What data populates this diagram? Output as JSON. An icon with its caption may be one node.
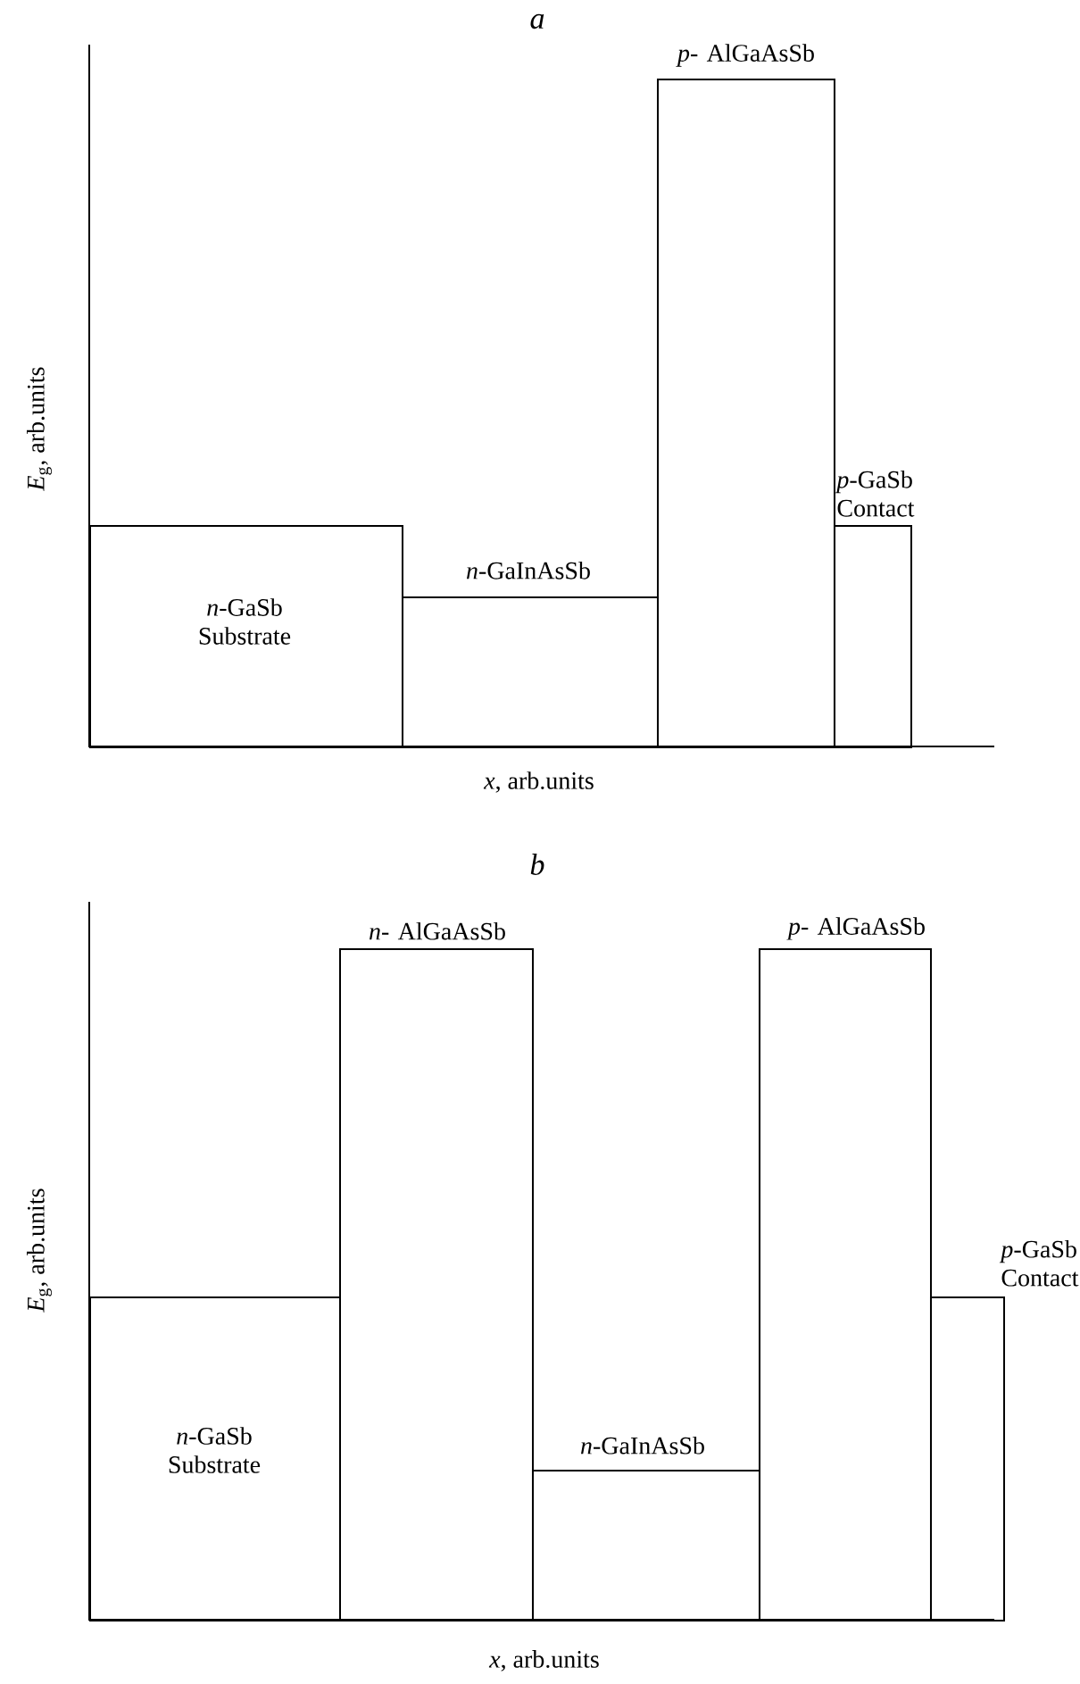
{
  "diagram": {
    "nodes": [
      {
        "text": [
          "*n*-GaSb Substrate"
        ]
      },
      {
        "text": [
          "*n*-GaInAsSb"
        ]
      },
      {
        "text": [
          "*p*- AlGaAsSb"
        ]
      },
      {
        "text": [
          "*p*-GaSb Contact"
        ]
      },
      {
        "text": [
          "*n*-GaSb Substrate"
        ]
      },
      {
        "text": [
          "*n*- AlGaAsSb"
        ]
      },
      {
        "text": [
          "*n*-GaInAsSb"
        ]
      },
      {
        "text": [
          "*p*- AlGaAsSb"
        ]
      },
      {
        "text": [
          "*p*-GaSb Contact"
        ]
      }
    ],
    "labels": [
      "a",
      "*E*$_{g}$, arb.units",
      "*x*, arb.units",
      "b",
      "*E*$_{g}$, arb.units",
      "*x*, arb.units"
    ]
  }
}
